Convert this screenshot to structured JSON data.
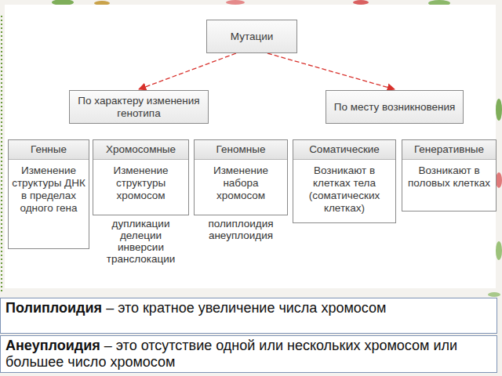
{
  "diagram": {
    "nodes": [
      {
        "text": [
          "Мутации"
        ]
      },
      {
        "text": [
          "По характеру изменения генотипа"
        ]
      },
      {
        "text": [
          "По месту возникновения"
        ]
      },
      {
        "text": [
          "Генные",
          "Изменение структуры ДНК в пределах одного гена"
        ]
      },
      {
        "text": [
          "Хромосомные",
          "Изменение структуры хромосом"
        ]
      },
      {
        "text": [
          "Геномные",
          "Изменение набора хромосом"
        ]
      },
      {
        "text": [
          "Соматические",
          "Возникают в клетках тела (соматических клетках)"
        ]
      },
      {
        "text": [
          "Генеративные",
          "Возникают в половых клетках"
        ]
      },
      {
        "text": [
          "Полиплоидия",
          "– это кратное увеличение числа хромосом"
        ]
      },
      {
        "text": [
          "Анеуплоидия",
          "– это отсутствие  одной или нескольких хромосом или большее число хромосом"
        ]
      }
    ],
    "edges": [
      {
        "from": 0,
        "to": 1,
        "arrow": "to"
      },
      {
        "from": 0,
        "to": 2,
        "arrow": "to"
      }
    ],
    "labels": [
      "дупликации",
      "делеции",
      "инверсии",
      "транслокации",
      "полиплоидия",
      "анеуплоидия"
    ]
  }
}
